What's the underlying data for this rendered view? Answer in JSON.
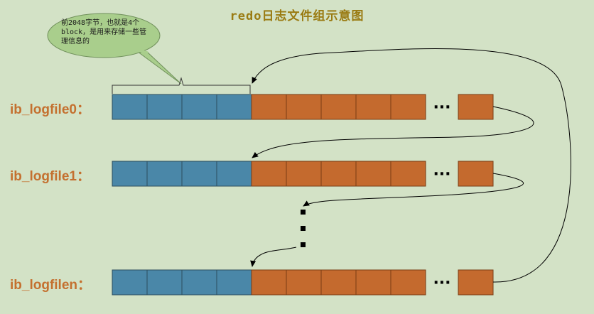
{
  "title": "redo日志文件组示意图",
  "callout": {
    "text": "前2048字节，也就是4个block，是用来存储一些管理信息的"
  },
  "files": [
    {
      "label": "ib_logfile0："
    },
    {
      "label": "ib_logfile1："
    },
    {
      "label": "ib_logfilen："
    }
  ],
  "colors": {
    "background": "#d3e2c6",
    "header_block": "#4a87a8",
    "data_block": "#c46a2e",
    "callout_fill": "#a9ce8c",
    "label_color": "#c4702f"
  },
  "layout_info": {
    "header_blocks_per_file": 4,
    "data_blocks_before_ellipsis": 5,
    "data_blocks_after_ellipsis": 1,
    "ellipsis_symbol": "···",
    "vertical_ellipsis": "dots"
  }
}
